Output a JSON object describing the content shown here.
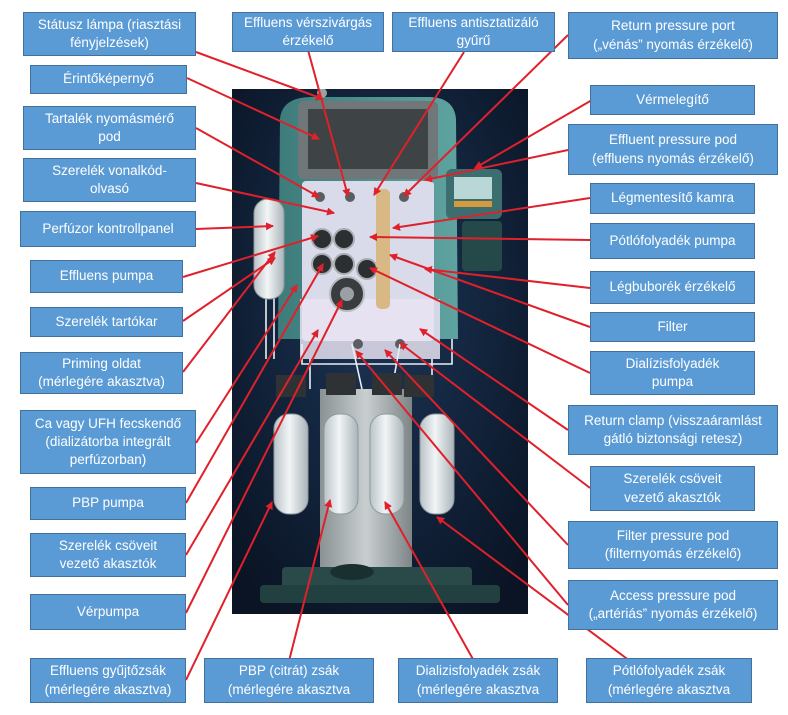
{
  "labels": {
    "status_lamp": "Státusz lámpa (riasztási\nfényjelzések)",
    "touchscreen": "Érintőképernyő",
    "spare_pressure_pod": "Tartalék nyomásmérő\npod",
    "barcode_reader": "Szerelék vonalkód-\nolvasó",
    "perfusor_panel": "Perfúzor kontrollpanel",
    "effluent_pump": "Effluens pumpa",
    "set_holder": "Szerelék tartókar",
    "priming_solution": "Priming oldat\n(mérlegére akasztva)",
    "syringe": "Ca vagy UFH fecskendő\n(dializátorba integrált\nperfúzorban)",
    "pbp_pump": "PBP pumpa",
    "tube_hooks_left": "Szerelék csöveit\nvezető akasztók",
    "blood_pump": "Vérpumpa",
    "effluent_bag": "Effluens gyűjtőzsák\n(mérlegére akasztva)",
    "pbp_bag": "PBP (citrát) zsák\n(mérlegére akasztva",
    "dialysate_bag": "Dializisfolyadék zsák\n(mérlegére akasztva",
    "replacement_bag": "Pótlófolyadék zsák\n(mérlegére akasztva",
    "blood_leak": "Effluens vérszivárgás\nérzékelő",
    "antistatic_ring": "Effluens antisztatizáló\ngyűrű",
    "return_pressure_port": "Return pressure port\n(„vénás” nyomás érzékelő)",
    "blood_warmer": "Vérmelegítő",
    "effluent_pressure_pod": "Effluent pressure pod\n(effluens nyomás érzékelő)",
    "deaeration_chamber": "Légmentesítő kamra",
    "replacement_pump": "Pótlófolyadék pumpa",
    "air_bubble_detector": "Légbuborék érzékelő",
    "filter": "Filter",
    "dialysate_pump": "Dialízisfolyadék\npumpa",
    "return_clamp": "Return clamp (visszaáramlást\ngátló biztonsági retesz)",
    "tube_hooks_right": "Szerelék csöveit\nvezető akasztók",
    "filter_pressure_pod": "Filter pressure pod\n(filternyomás érzékelő)",
    "access_pressure_pod": "Access pressure pod\n(„artériás” nyomás érzékelő)"
  },
  "colors": {
    "label_fill": "#5b9bd5",
    "label_border": "#41719c",
    "arrow": "#e0202a",
    "machine_bg": "#0f1d33"
  }
}
